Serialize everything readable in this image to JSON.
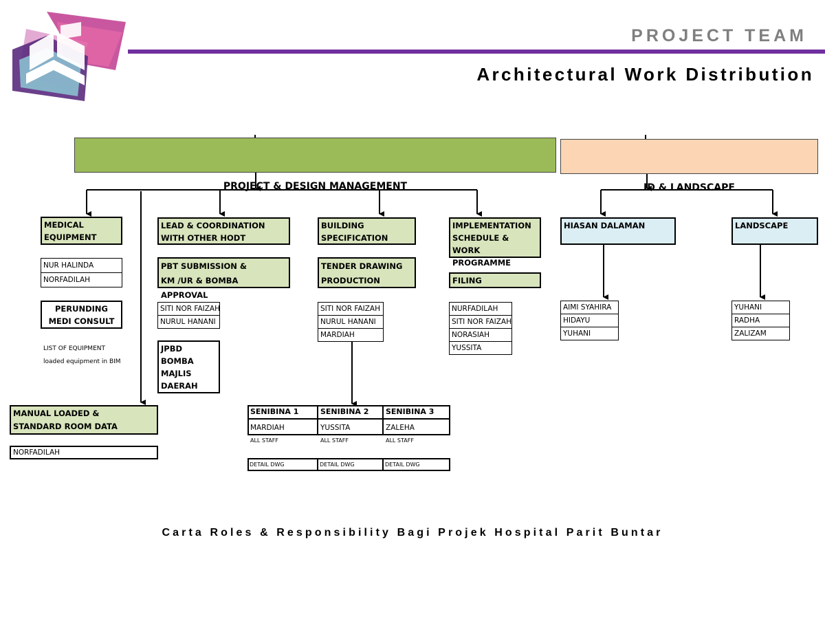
{
  "header": {
    "title": "PROJECT TEAM",
    "subtitle": "Architectural Work Distribution",
    "accent_color": "#7030a0"
  },
  "logo": {
    "icon": "brand-logo-icon"
  },
  "colors": {
    "green_dark": "#9bbb59",
    "green_light": "#d8e4bc",
    "peach": "#fcd5b4",
    "blue_light": "#dbeef4"
  },
  "top_units": {
    "pdm": "PROJECT & DESIGN MANAGEMENT",
    "id_landscape": "ID & LANDSCAPE"
  },
  "medical": {
    "title": "MEDICAL\nEQUIPMENT",
    "members": [
      "NUR HALINDA",
      "NORFADILAH"
    ],
    "consultant": "PERUNDING\nMEDI CONSULT",
    "note1": "LIST OF EQUIPMENT",
    "note2": "loaded equipment in BIM"
  },
  "manual": {
    "title": "MANUAL LOADED &\nSTANDARD ROOM DATA",
    "member": "NORFADILAH"
  },
  "lead": {
    "title": "LEAD & COORDINATION\nWITH OTHER HODT",
    "pbt": "PBT SUBMISSION &\nKM /UR & BOMBA APPROVAL",
    "members": [
      "SITI NOR FAIZAH",
      "NURUL HANANI"
    ],
    "agencies": "JPBD\nBOMBA\nMAJLIS\nDAERAH"
  },
  "building": {
    "title": "BUILDING\nSPECIFICATION",
    "tender": "TENDER DRAWING\nPRODUCTION",
    "members": [
      "SITI NOR FAIZAH",
      "NURUL HANANI",
      "MARDIAH"
    ]
  },
  "senibina": {
    "teams": [
      {
        "name": "SENIBINA 1",
        "lead": "MARDIAH",
        "staff": "ALL STAFF",
        "task": "DETAIL DWG"
      },
      {
        "name": "SENIBINA 2",
        "lead": "YUSSITA",
        "staff": "ALL STAFF",
        "task": "DETAIL DWG"
      },
      {
        "name": "SENIBINA 3",
        "lead": "ZALEHA",
        "staff": "ALL STAFF",
        "task": "DETAIL DWG"
      }
    ]
  },
  "implementation": {
    "title": "IMPLEMENTATION\nSCHEDULE & WORK\nPROGRAMME",
    "filing": "FILING",
    "members": [
      "NURFADILAH",
      "SITI NOR FAIZAH",
      "NORASIAH",
      "YUSSITA"
    ]
  },
  "hiasan": {
    "title": "HIASAN DALAMAN",
    "members": [
      "AIMI SYAHIRA",
      "HIDAYU",
      "YUHANI"
    ]
  },
  "landscape": {
    "title": "LANDSCAPE",
    "members": [
      "YUHANI",
      "RADHA",
      "ZALIZAM"
    ]
  },
  "footer": "Carta Roles & Responsibility Bagi Projek Hospital Parit Buntar"
}
